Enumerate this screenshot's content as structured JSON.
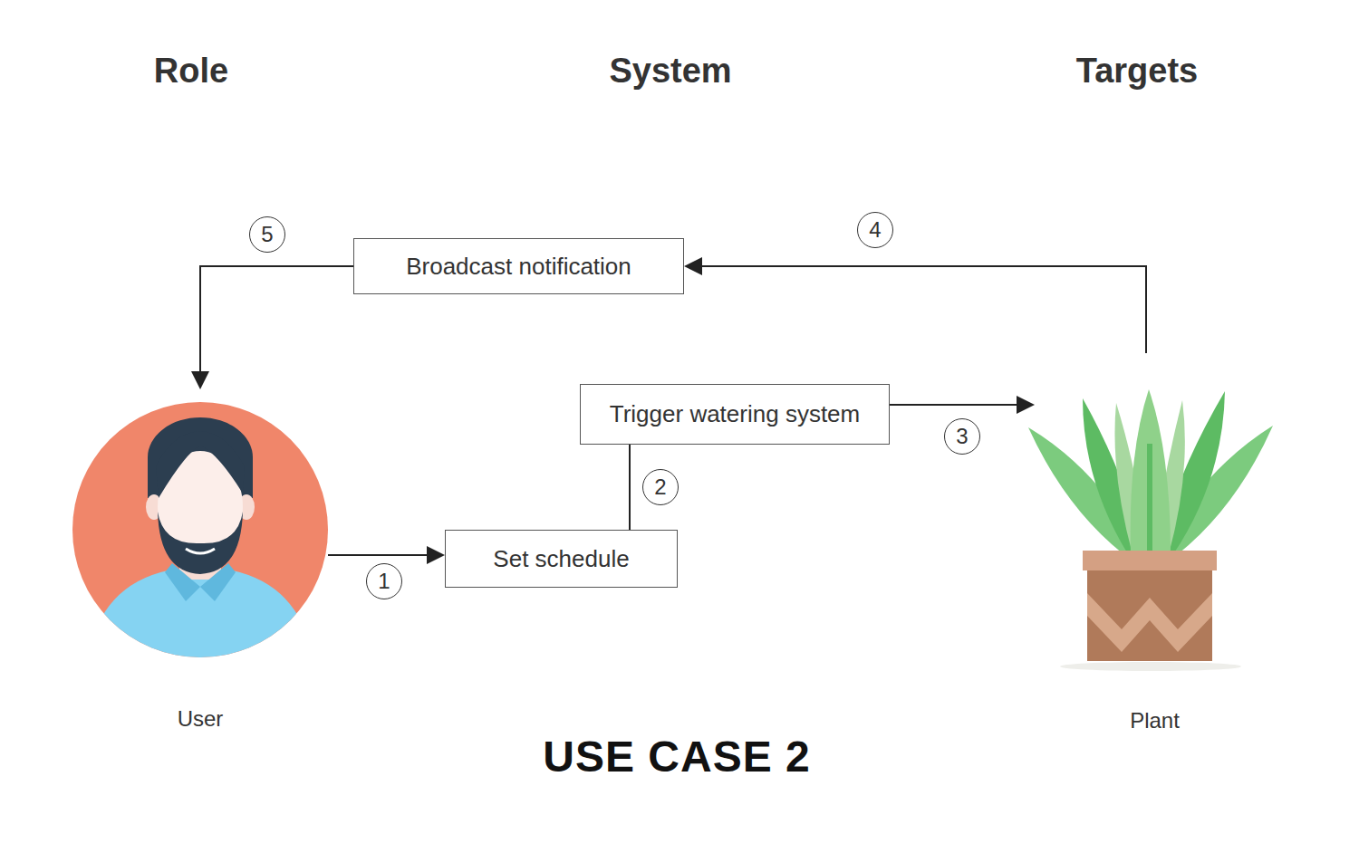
{
  "diagram": {
    "caption": "USE CASE 2",
    "nodes": [
      {
        "text": [
          "Broadcast notification"
        ]
      },
      {
        "text": [
          "Trigger watering system"
        ]
      },
      {
        "text": [
          "User"
        ]
      },
      {
        "text": [
          "Set schedule"
        ]
      },
      {
        "text": [
          "Plant"
        ]
      }
    ],
    "edges": [
      {
        "from": 2,
        "to": 3,
        "arrow": "to"
      },
      {
        "from": 3,
        "to": 1,
        "arrow": "none"
      },
      {
        "from": 1,
        "to": 4,
        "arrow": "to"
      },
      {
        "from": 4,
        "to": 0,
        "arrow": "to"
      },
      {
        "from": 0,
        "to": 2,
        "arrow": "to"
      }
    ],
    "labels": [
      "Role",
      "System",
      "Targets",
      "5",
      "4",
      "3",
      "2",
      "1"
    ]
  }
}
